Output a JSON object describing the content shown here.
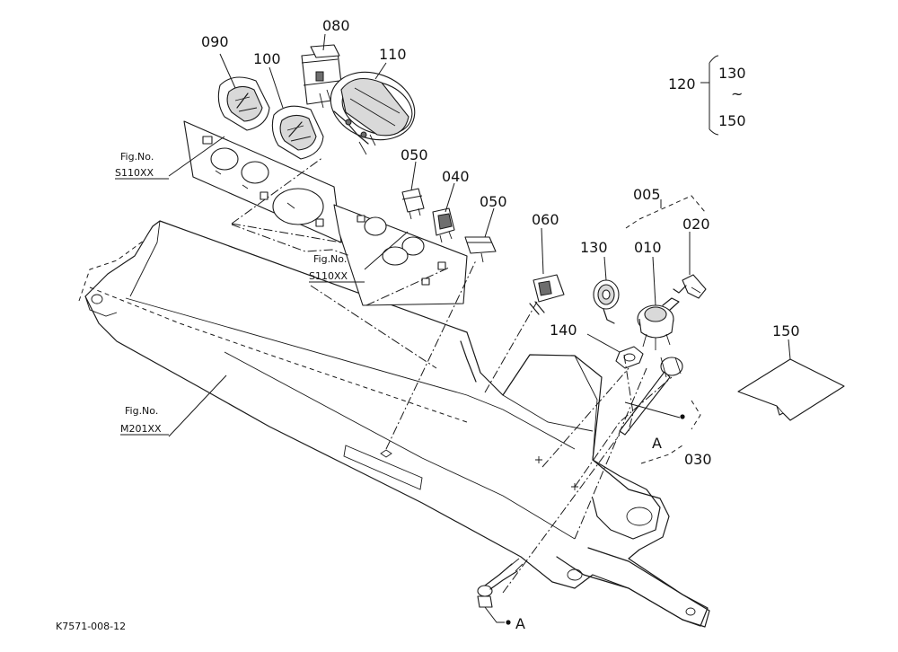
{
  "parts": {
    "p005": "005",
    "p010": "010",
    "p020": "020",
    "p030": "030",
    "p040": "040",
    "p050a": "050",
    "p050b": "050",
    "p060": "060",
    "p080": "080",
    "p090": "090",
    "p100": "100",
    "p110": "110",
    "p120": "120",
    "p130a": "130",
    "p130b": "130",
    "p140": "140",
    "p150a": "150",
    "p150b": "150"
  },
  "range_tilde": "~",
  "figure_refs": {
    "ref1_title": "Fig.No.",
    "ref1_code": "S110XX",
    "ref2_title": "Fig.No.",
    "ref2_code": "S110XX",
    "ref3_title": "Fig.No.",
    "ref3_code": "M201XX"
  },
  "markers": {
    "a_upper": "A",
    "a_lower": "A"
  },
  "drawing_code": "K7571-008-12"
}
